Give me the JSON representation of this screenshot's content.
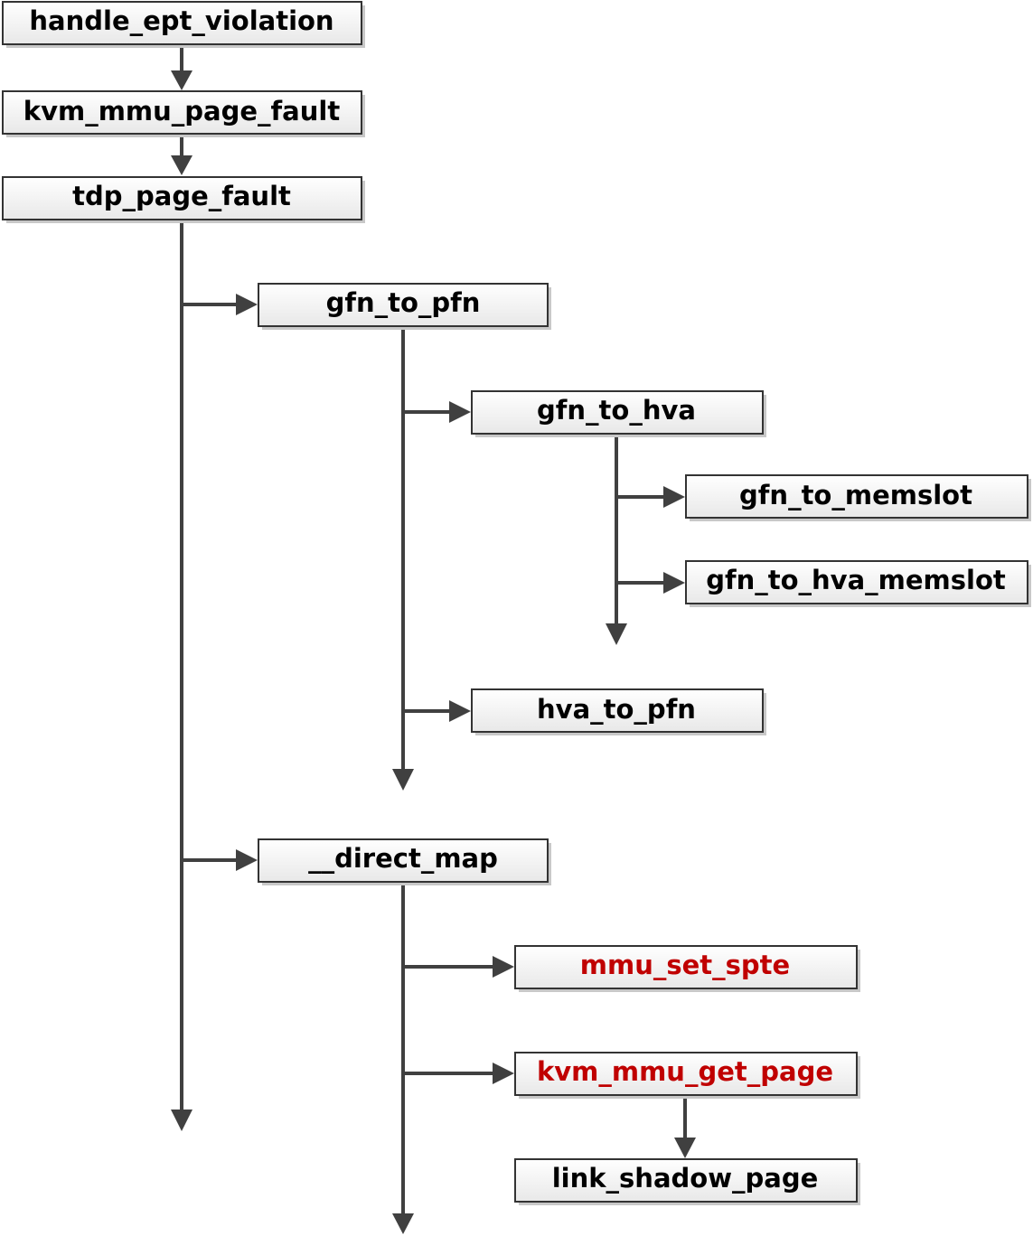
{
  "diagram": {
    "nodes": {
      "handle_ept_violation": {
        "label": "handle_ept_violation",
        "highlight": false
      },
      "kvm_mmu_page_fault": {
        "label": "kvm_mmu_page_fault",
        "highlight": false
      },
      "tdp_page_fault": {
        "label": "tdp_page_fault",
        "highlight": false
      },
      "gfn_to_pfn": {
        "label": "gfn_to_pfn",
        "highlight": false
      },
      "gfn_to_hva": {
        "label": "gfn_to_hva",
        "highlight": false
      },
      "gfn_to_memslot": {
        "label": "gfn_to_memslot",
        "highlight": false
      },
      "gfn_to_hva_memslot": {
        "label": "gfn_to_hva_memslot",
        "highlight": false
      },
      "hva_to_pfn": {
        "label": "hva_to_pfn",
        "highlight": false
      },
      "direct_map": {
        "label": "__direct_map",
        "highlight": false
      },
      "mmu_set_spte": {
        "label": "mmu_set_spte",
        "highlight": true
      },
      "kvm_mmu_get_page": {
        "label": "kvm_mmu_get_page",
        "highlight": true
      },
      "link_shadow_page": {
        "label": "link_shadow_page",
        "highlight": false
      }
    },
    "colors": {
      "highlight_text": "#c00000",
      "normal_text": "#000000",
      "line": "#404040",
      "box_border": "#333333"
    }
  }
}
